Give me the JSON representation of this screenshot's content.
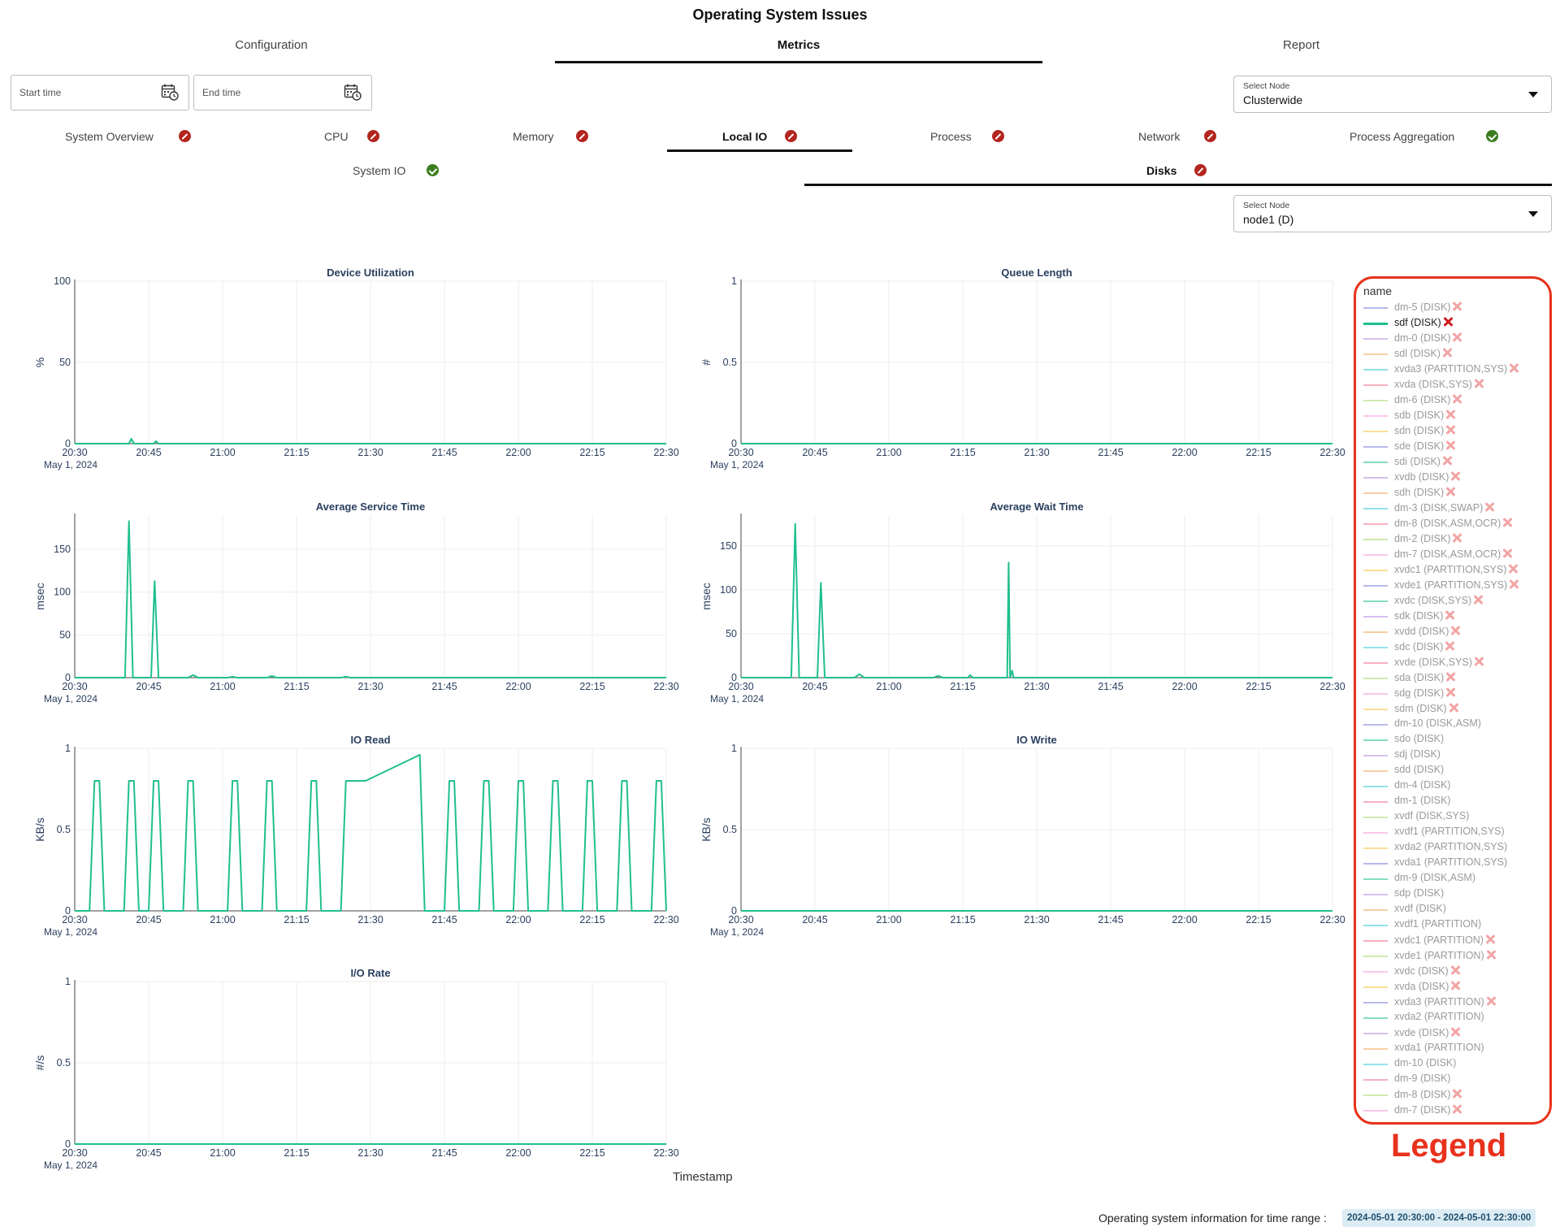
{
  "app": {
    "title": "Operating System Issues"
  },
  "top_tabs": [
    {
      "label": "Configuration",
      "active": false
    },
    {
      "label": "Metrics",
      "active": true
    },
    {
      "label": "Report",
      "active": false
    }
  ],
  "time_filter": {
    "start_placeholder": "Start time",
    "end_placeholder": "End time"
  },
  "node_select_top": {
    "label": "Select Node",
    "value": "Clusterwide"
  },
  "sub_tabs": [
    {
      "label": "System Overview",
      "status": "error",
      "active": false
    },
    {
      "label": "CPU",
      "status": "error",
      "active": false
    },
    {
      "label": "Memory",
      "status": "error",
      "active": false
    },
    {
      "label": "Local IO",
      "status": "error",
      "active": true
    },
    {
      "label": "Process",
      "status": "error",
      "active": false
    },
    {
      "label": "Network",
      "status": "error",
      "active": false
    },
    {
      "label": "Process Aggregation",
      "status": "ok",
      "active": false
    }
  ],
  "io_tabs": [
    {
      "label": "System IO",
      "status": "ok",
      "active": false
    },
    {
      "label": "Disks",
      "status": "error",
      "active": true
    }
  ],
  "node_select_disk": {
    "label": "Select Node",
    "value": "node1 (D)"
  },
  "shared_x_title": "Timestamp",
  "chart_data": [
    {
      "type": "line",
      "title": "Device Utilization",
      "ylabel": "%",
      "ylim": [
        0,
        100
      ],
      "yticks": [
        "0",
        "50",
        "100"
      ],
      "xlabel": "",
      "x_ticks": [
        "20:30",
        "20:45",
        "21:00",
        "21:15",
        "21:30",
        "21:45",
        "22:00",
        "22:15",
        "22:30"
      ],
      "x_date": "May 1, 2024",
      "series": [
        {
          "name": "sdf (DISK)",
          "points": [
            [
              0,
              0
            ],
            [
              11,
              0
            ],
            [
              11.5,
              3
            ],
            [
              12,
              0
            ],
            [
              16,
              0
            ],
            [
              16.5,
              1.5
            ],
            [
              17,
              0
            ],
            [
              120,
              0
            ]
          ]
        }
      ]
    },
    {
      "type": "line",
      "title": "Queue Length",
      "ylabel": "#",
      "ylim": [
        0,
        1
      ],
      "yticks": [
        "0",
        "0.5",
        "1"
      ],
      "xlabel": "",
      "x_ticks": [
        "20:30",
        "20:45",
        "21:00",
        "21:15",
        "21:30",
        "21:45",
        "22:00",
        "22:15",
        "22:30"
      ],
      "x_date": "May 1, 2024",
      "series": [
        {
          "name": "sdf (DISK)",
          "points": [
            [
              0,
              0
            ],
            [
              120,
              0
            ]
          ]
        }
      ]
    },
    {
      "type": "line",
      "title": "Average Service Time",
      "ylabel": "msec",
      "ylim": [
        0,
        190
      ],
      "yticks": [
        "0",
        "50",
        "100",
        "150"
      ],
      "xlabel": "",
      "x_ticks": [
        "20:30",
        "20:45",
        "21:00",
        "21:15",
        "21:30",
        "21:45",
        "22:00",
        "22:15",
        "22:30"
      ],
      "x_date": "May 1, 2024",
      "series": [
        {
          "name": "sdf (DISK)",
          "points": [
            [
              0,
              0
            ],
            [
              10.2,
              0
            ],
            [
              11,
              183
            ],
            [
              11.8,
              0
            ],
            [
              15.5,
              0
            ],
            [
              16.2,
              113
            ],
            [
              17,
              0
            ],
            [
              23,
              0
            ],
            [
              24,
              3
            ],
            [
              25,
              0
            ],
            [
              31,
              0
            ],
            [
              32,
              1
            ],
            [
              33,
              0
            ],
            [
              39,
              0
            ],
            [
              40,
              2
            ],
            [
              41,
              0
            ],
            [
              54,
              0
            ],
            [
              55,
              1
            ],
            [
              56,
              0
            ],
            [
              120,
              0
            ]
          ]
        }
      ]
    },
    {
      "type": "line",
      "title": "Average Wait Time",
      "ylabel": "msec",
      "ylim": [
        0,
        185
      ],
      "yticks": [
        "0",
        "50",
        "100",
        "150"
      ],
      "xlabel": "",
      "x_ticks": [
        "20:30",
        "20:45",
        "21:00",
        "21:15",
        "21:30",
        "21:45",
        "22:00",
        "22:15",
        "22:30"
      ],
      "x_date": "May 1, 2024",
      "series": [
        {
          "name": "sdf (DISK)",
          "points": [
            [
              0,
              0
            ],
            [
              10.2,
              0
            ],
            [
              11,
              175
            ],
            [
              11.8,
              0
            ],
            [
              15.5,
              0
            ],
            [
              16.2,
              108
            ],
            [
              17,
              0
            ],
            [
              23,
              0
            ],
            [
              24,
              4
            ],
            [
              25,
              0
            ],
            [
              39,
              0
            ],
            [
              40,
              2
            ],
            [
              41,
              0
            ],
            [
              46,
              0
            ],
            [
              46.5,
              3
            ],
            [
              47,
              0
            ],
            [
              54,
              0
            ],
            [
              54.3,
              131
            ],
            [
              54.6,
              0
            ],
            [
              55,
              8
            ],
            [
              55.3,
              0
            ],
            [
              120,
              0
            ]
          ]
        }
      ]
    },
    {
      "type": "line",
      "title": "IO Read",
      "ylabel": "KB/s",
      "ylim": [
        0,
        1
      ],
      "yticks": [
        "0",
        "0.5",
        "1"
      ],
      "xlabel": "",
      "x_ticks": [
        "20:30",
        "20:45",
        "21:00",
        "21:15",
        "21:30",
        "21:45",
        "22:00",
        "22:15",
        "22:30"
      ],
      "x_date": "May 1, 2024",
      "series": [
        {
          "name": "sdf (DISK)",
          "points": [
            [
              0,
              0
            ],
            [
              3,
              0
            ],
            [
              4,
              0.8
            ],
            [
              5,
              0.8
            ],
            [
              6,
              0
            ],
            [
              10,
              0
            ],
            [
              11,
              0.8
            ],
            [
              12,
              0.8
            ],
            [
              13,
              0
            ],
            [
              15,
              0
            ],
            [
              16,
              0.8
            ],
            [
              17,
              0.8
            ],
            [
              18,
              0
            ],
            [
              22,
              0
            ],
            [
              23,
              0.8
            ],
            [
              24,
              0.8
            ],
            [
              25,
              0
            ],
            [
              31,
              0
            ],
            [
              32,
              0.8
            ],
            [
              33,
              0.8
            ],
            [
              34,
              0
            ],
            [
              38,
              0
            ],
            [
              39,
              0.8
            ],
            [
              40,
              0.8
            ],
            [
              41,
              0
            ],
            [
              47,
              0
            ],
            [
              48,
              0.8
            ],
            [
              49,
              0.8
            ],
            [
              50,
              0
            ],
            [
              54,
              0
            ],
            [
              55,
              0.8
            ],
            [
              59,
              0.8
            ],
            [
              70,
              0.96
            ],
            [
              71,
              0
            ],
            [
              75,
              0
            ],
            [
              76,
              0.8
            ],
            [
              77,
              0.8
            ],
            [
              78,
              0
            ],
            [
              82,
              0
            ],
            [
              83,
              0.8
            ],
            [
              84,
              0.8
            ],
            [
              85,
              0
            ],
            [
              89,
              0
            ],
            [
              90,
              0.8
            ],
            [
              91,
              0.8
            ],
            [
              92,
              0
            ],
            [
              96,
              0
            ],
            [
              97,
              0.8
            ],
            [
              98,
              0.8
            ],
            [
              99,
              0
            ],
            [
              103,
              0
            ],
            [
              104,
              0.8
            ],
            [
              105,
              0.8
            ],
            [
              106,
              0
            ],
            [
              110,
              0
            ],
            [
              111,
              0.8
            ],
            [
              112,
              0.8
            ],
            [
              113,
              0
            ],
            [
              117,
              0
            ],
            [
              118,
              0.8
            ],
            [
              119,
              0.8
            ],
            [
              120,
              0
            ]
          ]
        }
      ]
    },
    {
      "type": "line",
      "title": "IO Write",
      "ylabel": "KB/s",
      "ylim": [
        0,
        1
      ],
      "yticks": [
        "0",
        "0.5",
        "1"
      ],
      "xlabel": "",
      "x_ticks": [
        "20:30",
        "20:45",
        "21:00",
        "21:15",
        "21:30",
        "21:45",
        "22:00",
        "22:15",
        "22:30"
      ],
      "x_date": "May 1, 2024",
      "series": [
        {
          "name": "sdf (DISK)",
          "points": [
            [
              0,
              0
            ],
            [
              120,
              0
            ]
          ]
        }
      ]
    },
    {
      "type": "line",
      "title": "I/O Rate",
      "ylabel": "#/s",
      "ylim": [
        0,
        1
      ],
      "yticks": [
        "0",
        "0.5",
        "1"
      ],
      "xlabel": "",
      "x_ticks": [
        "20:30",
        "20:45",
        "21:00",
        "21:15",
        "21:30",
        "21:45",
        "22:00",
        "22:15",
        "22:30"
      ],
      "x_date": "May 1, 2024",
      "series": [
        {
          "name": "sdf (DISK)",
          "points": [
            [
              0,
              0
            ],
            [
              120,
              0
            ]
          ]
        }
      ]
    }
  ],
  "legend": {
    "title": "name",
    "caption": "Legend",
    "items": [
      {
        "name": "dm-5 (DISK)",
        "color": "#7a7fd8",
        "visible": false,
        "removable": true
      },
      {
        "name": "sdf (DISK)",
        "color": "#1fbf8f",
        "visible": true,
        "removable": true
      },
      {
        "name": "dm-0 (DISK)",
        "color": "#b68be0",
        "visible": false,
        "removable": true
      },
      {
        "name": "sdl (DISK)",
        "color": "#f2a65a",
        "visible": false,
        "removable": true
      },
      {
        "name": "xvda3 (PARTITION,SYS)",
        "color": "#3dc6d6",
        "visible": false,
        "removable": true
      },
      {
        "name": "xvda (DISK,SYS)",
        "color": "#ef6f8c",
        "visible": false,
        "removable": true
      },
      {
        "name": "dm-6 (DISK)",
        "color": "#a6d96a",
        "visible": false,
        "removable": true
      },
      {
        "name": "sdb (DISK)",
        "color": "#f39ad8",
        "visible": false,
        "removable": true
      },
      {
        "name": "sdn (DISK)",
        "color": "#f5c542",
        "visible": false,
        "removable": true
      },
      {
        "name": "sde (DISK)",
        "color": "#7a7fd8",
        "visible": false,
        "removable": true
      },
      {
        "name": "sdi (DISK)",
        "color": "#1fbf8f",
        "visible": false,
        "removable": true
      },
      {
        "name": "xvdb (DISK)",
        "color": "#b68be0",
        "visible": false,
        "removable": true
      },
      {
        "name": "sdh (DISK)",
        "color": "#f2a65a",
        "visible": false,
        "removable": true
      },
      {
        "name": "dm-3 (DISK,SWAP)",
        "color": "#3dc6d6",
        "visible": false,
        "removable": true
      },
      {
        "name": "dm-8 (DISK,ASM,OCR)",
        "color": "#ef6f8c",
        "visible": false,
        "removable": true
      },
      {
        "name": "dm-2 (DISK)",
        "color": "#a6d96a",
        "visible": false,
        "removable": true
      },
      {
        "name": "dm-7 (DISK,ASM,OCR)",
        "color": "#f39ad8",
        "visible": false,
        "removable": true
      },
      {
        "name": "xvdc1 (PARTITION,SYS)",
        "color": "#f5c542",
        "visible": false,
        "removable": true
      },
      {
        "name": "xvde1 (PARTITION,SYS)",
        "color": "#7a7fd8",
        "visible": false,
        "removable": true
      },
      {
        "name": "xvdc (DISK,SYS)",
        "color": "#1fbf8f",
        "visible": false,
        "removable": true
      },
      {
        "name": "sdk (DISK)",
        "color": "#b68be0",
        "visible": false,
        "removable": true
      },
      {
        "name": "xvdd (DISK)",
        "color": "#f2a65a",
        "visible": false,
        "removable": true
      },
      {
        "name": "sdc (DISK)",
        "color": "#3dc6d6",
        "visible": false,
        "removable": true
      },
      {
        "name": "xvde (DISK,SYS)",
        "color": "#ef6f8c",
        "visible": false,
        "removable": true
      },
      {
        "name": "sda (DISK)",
        "color": "#a6d96a",
        "visible": false,
        "removable": true
      },
      {
        "name": "sdg (DISK)",
        "color": "#f39ad8",
        "visible": false,
        "removable": true
      },
      {
        "name": "sdm (DISK)",
        "color": "#f5c542",
        "visible": false,
        "removable": true
      },
      {
        "name": "dm-10 (DISK,ASM)",
        "color": "#7a7fd8",
        "visible": false,
        "removable": false
      },
      {
        "name": "sdo (DISK)",
        "color": "#1fbf8f",
        "visible": false,
        "removable": false
      },
      {
        "name": "sdj (DISK)",
        "color": "#b68be0",
        "visible": false,
        "removable": false
      },
      {
        "name": "sdd (DISK)",
        "color": "#f2a65a",
        "visible": false,
        "removable": false
      },
      {
        "name": "dm-4 (DISK)",
        "color": "#3dc6d6",
        "visible": false,
        "removable": false
      },
      {
        "name": "dm-1 (DISK)",
        "color": "#ef6f8c",
        "visible": false,
        "removable": false
      },
      {
        "name": "xvdf (DISK,SYS)",
        "color": "#a6d96a",
        "visible": false,
        "removable": false
      },
      {
        "name": "xvdf1 (PARTITION,SYS)",
        "color": "#f39ad8",
        "visible": false,
        "removable": false
      },
      {
        "name": "xvda2 (PARTITION,SYS)",
        "color": "#f5c542",
        "visible": false,
        "removable": false
      },
      {
        "name": "xvda1 (PARTITION,SYS)",
        "color": "#7a7fd8",
        "visible": false,
        "removable": false
      },
      {
        "name": "dm-9 (DISK,ASM)",
        "color": "#1fbf8f",
        "visible": false,
        "removable": false
      },
      {
        "name": "sdp (DISK)",
        "color": "#b68be0",
        "visible": false,
        "removable": false
      },
      {
        "name": "xvdf (DISK)",
        "color": "#f2a65a",
        "visible": false,
        "removable": false
      },
      {
        "name": "xvdf1 (PARTITION)",
        "color": "#3dc6d6",
        "visible": false,
        "removable": false
      },
      {
        "name": "xvdc1 (PARTITION)",
        "color": "#ef6f8c",
        "visible": false,
        "removable": true
      },
      {
        "name": "xvde1 (PARTITION)",
        "color": "#a6d96a",
        "visible": false,
        "removable": true
      },
      {
        "name": "xvdc (DISK)",
        "color": "#f39ad8",
        "visible": false,
        "removable": true
      },
      {
        "name": "xvda (DISK)",
        "color": "#f5c542",
        "visible": false,
        "removable": true
      },
      {
        "name": "xvda3 (PARTITION)",
        "color": "#7a7fd8",
        "visible": false,
        "removable": true
      },
      {
        "name": "xvda2 (PARTITION)",
        "color": "#1fbf8f",
        "visible": false,
        "removable": false
      },
      {
        "name": "xvde (DISK)",
        "color": "#b68be0",
        "visible": false,
        "removable": true
      },
      {
        "name": "xvda1 (PARTITION)",
        "color": "#f2a65a",
        "visible": false,
        "removable": false
      },
      {
        "name": "dm-10 (DISK)",
        "color": "#3dc6d6",
        "visible": false,
        "removable": false
      },
      {
        "name": "dm-9 (DISK)",
        "color": "#ef6f8c",
        "visible": false,
        "removable": false
      },
      {
        "name": "dm-8 (DISK)",
        "color": "#a6d96a",
        "visible": false,
        "removable": true
      },
      {
        "name": "dm-7 (DISK)",
        "color": "#f39ad8",
        "visible": false,
        "removable": true
      }
    ]
  },
  "footer": {
    "text": "Operating system information for time range :",
    "range": "2024-05-01 20:30:00 - 2024-05-01 22:30:00"
  }
}
